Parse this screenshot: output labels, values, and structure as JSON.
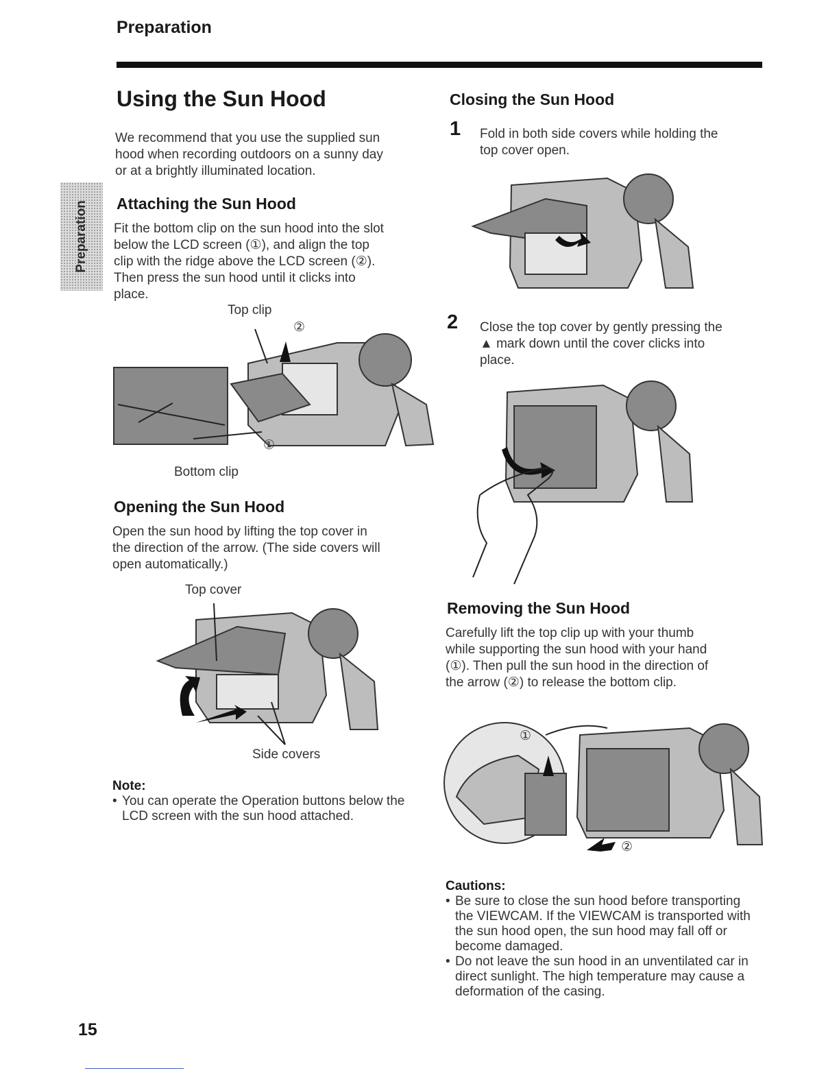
{
  "header": {
    "section_title": "Preparation",
    "side_tab_label": "Preparation"
  },
  "left": {
    "title": "Using the Sun Hood",
    "intro": [
      "We recommend that you use the supplied sun",
      "hood when recording outdoors on a sunny day",
      "or at a brightly illuminated location."
    ],
    "attaching": {
      "heading": "Attaching the Sun Hood",
      "lines": [
        "Fit the bottom clip on the sun hood into the slot",
        "below the LCD screen (①), and align the top",
        "clip with the ridge above the LCD screen (②).",
        "Then press the sun hood until it clicks into",
        "place."
      ],
      "label_top": "Top clip",
      "marker_1": "①",
      "marker_2": "②",
      "label_bottom": "Bottom clip"
    },
    "opening": {
      "heading": "Opening the Sun Hood",
      "lines": [
        "Open the sun hood by lifting the top cover in",
        "the direction of the arrow. (The side covers will",
        "open automatically.)"
      ],
      "label_top": "Top cover",
      "label_side": "Side covers"
    },
    "note": {
      "title": "Note:",
      "items": [
        "You can operate the Operation buttons below the LCD screen with the sun hood attached."
      ]
    }
  },
  "right": {
    "closing": {
      "heading": "Closing the Sun Hood",
      "step1_num": "1",
      "step1_lines": [
        "Fold in both side covers while holding the",
        "top cover open."
      ],
      "step2_num": "2",
      "step2_lines": [
        "Close the top cover by gently pressing the",
        "▲ mark down until the cover clicks into",
        "place."
      ]
    },
    "removing": {
      "heading": "Removing the Sun Hood",
      "lines": [
        "Carefully lift the top clip up with your thumb",
        "while supporting the sun hood with your hand",
        "(①). Then pull the sun hood in the direction of",
        "the arrow (②) to release the bottom clip."
      ],
      "marker_1": "①",
      "marker_2": "②"
    },
    "cautions": {
      "title": "Cautions:",
      "items": [
        "Be sure to close the sun hood before transporting the VIEWCAM. If the VIEWCAM is transported with the sun hood open, the sun hood may fall off or become damaged.",
        "Do not leave the sun hood in an unventilated car in direct sunlight. The high temperature may cause a deformation of the casing."
      ]
    }
  },
  "footer": {
    "page_number": "15"
  }
}
